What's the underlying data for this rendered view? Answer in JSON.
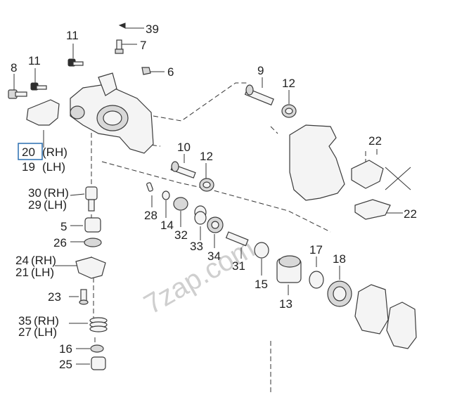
{
  "watermark": "7zap.com",
  "labels": {
    "p39": "39",
    "p11a": "11",
    "p7": "7",
    "p11b": "11",
    "p8": "8",
    "p6": "6",
    "p9": "9",
    "p12a": "12",
    "p20": "20",
    "p20s": "(RH)",
    "p19": "19",
    "p19s": "(LH)",
    "p10": "10",
    "p12b": "12",
    "p22a": "22",
    "p22b": "22",
    "p30": "30",
    "p30s": "(RH)",
    "p29": "29",
    "p29s": "(LH)",
    "p28": "28",
    "p5": "5",
    "p14": "14",
    "p32": "32",
    "p33": "33",
    "p34": "34",
    "p26": "26",
    "p31": "31",
    "p15": "15",
    "p17": "17",
    "p18": "18",
    "p24": "24",
    "p24s": "(RH)",
    "p21": "21",
    "p21s": "(LH)",
    "p23": "23",
    "p13": "13",
    "p35": "35",
    "p35s": "(RH)",
    "p27": "27",
    "p27s": "(LH)",
    "p16": "16",
    "p25": "25"
  },
  "highlight": {
    "label": "20",
    "color": "#2a6fb0"
  }
}
